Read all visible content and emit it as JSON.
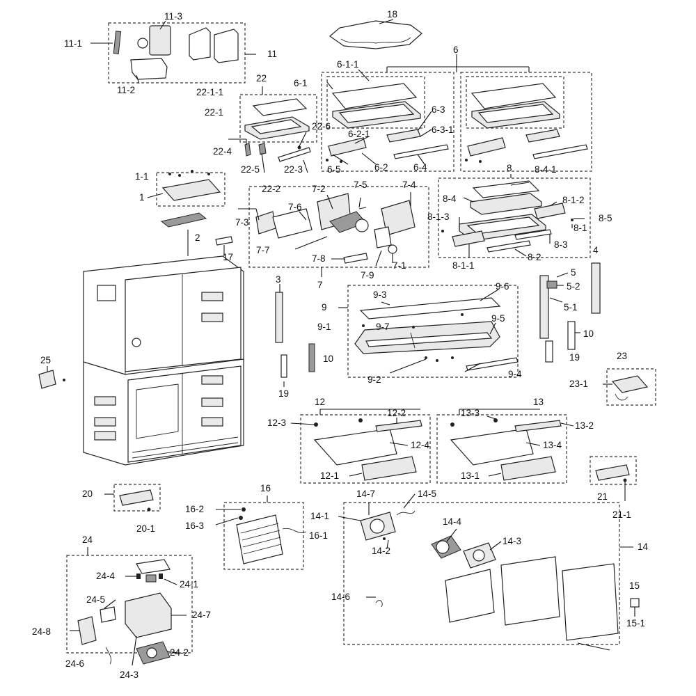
{
  "callouts": {
    "c11_1": "11-1",
    "c11_2": "11-2",
    "c11_3": "11-3",
    "c11": "11",
    "c18": "18",
    "c6": "6",
    "c6_1": "6-1",
    "c6_1_1": "6-1-1",
    "c6_2": "6-2",
    "c6_2_1": "6-2-1",
    "c6_3": "6-3",
    "c6_3_1": "6-3-1",
    "c6_4": "6-4",
    "c6_5": "6-5",
    "c22": "22",
    "c22_1": "22-1",
    "c22_1_1": "22-1-1",
    "c22_2": "22-2",
    "c22_3": "22-3",
    "c22_4": "22-4",
    "c22_5": "22-5",
    "c22_6": "22-6",
    "c1": "1",
    "c1_1": "1-1",
    "c2": "2",
    "c17": "17",
    "c7": "7",
    "c7_1": "7-1",
    "c7_2": "7-2",
    "c7_3": "7-3",
    "c7_4": "7-4",
    "c7_5": "7-5",
    "c7_6": "7-6",
    "c7_7": "7-7",
    "c7_8": "7-8",
    "c7_9": "7-9",
    "c8": "8",
    "c8_1": "8-1",
    "c8_1_1": "8-1-1",
    "c8_1_2": "8-1-2",
    "c8_1_3": "8-1-3",
    "c8_2": "8-2",
    "c8_3": "8-3",
    "c8_4": "8-4",
    "c8_4_1": "8-4-1",
    "c8_5": "8-5",
    "c4": "4",
    "c5": "5",
    "c5_1": "5-1",
    "c5_2": "5-2",
    "c10a": "10",
    "c10b": "10",
    "c19a": "19",
    "c19b": "19",
    "c3": "3",
    "c9": "9",
    "c9_1": "9-1",
    "c9_2": "9-2",
    "c9_3": "9-3",
    "c9_4": "9-4",
    "c9_5": "9-5",
    "c9_6": "9-6",
    "c9_7": "9-7",
    "c23": "23",
    "c23_1": "23-1",
    "c25": "25",
    "c12": "12",
    "c12_1": "12-1",
    "c12_2": "12-2",
    "c12_3": "12-3",
    "c12_4": "12-4",
    "c13": "13",
    "c13_1": "13-1",
    "c13_2": "13-2",
    "c13_3": "13-3",
    "c13_4": "13-4",
    "c20": "20",
    "c20_1": "20-1",
    "c21": "21",
    "c21_1": "21-1",
    "c16": "16",
    "c16_1": "16-1",
    "c16_2": "16-2",
    "c16_3": "16-3",
    "c14": "14",
    "c14_1": "14-1",
    "c14_2": "14-2",
    "c14_3": "14-3",
    "c14_4": "14-4",
    "c14_5": "14-5",
    "c14_6": "14-6",
    "c14_7": "14-7",
    "c15": "15",
    "c15_1": "15-1",
    "c24": "24",
    "c24_1": "24-1",
    "c24_2": "24-2",
    "c24_3": "24-3",
    "c24_4": "24-4",
    "c24_5": "24-5",
    "c24_6": "24-6",
    "c24_7": "24-7",
    "c24_8": "24-8"
  }
}
